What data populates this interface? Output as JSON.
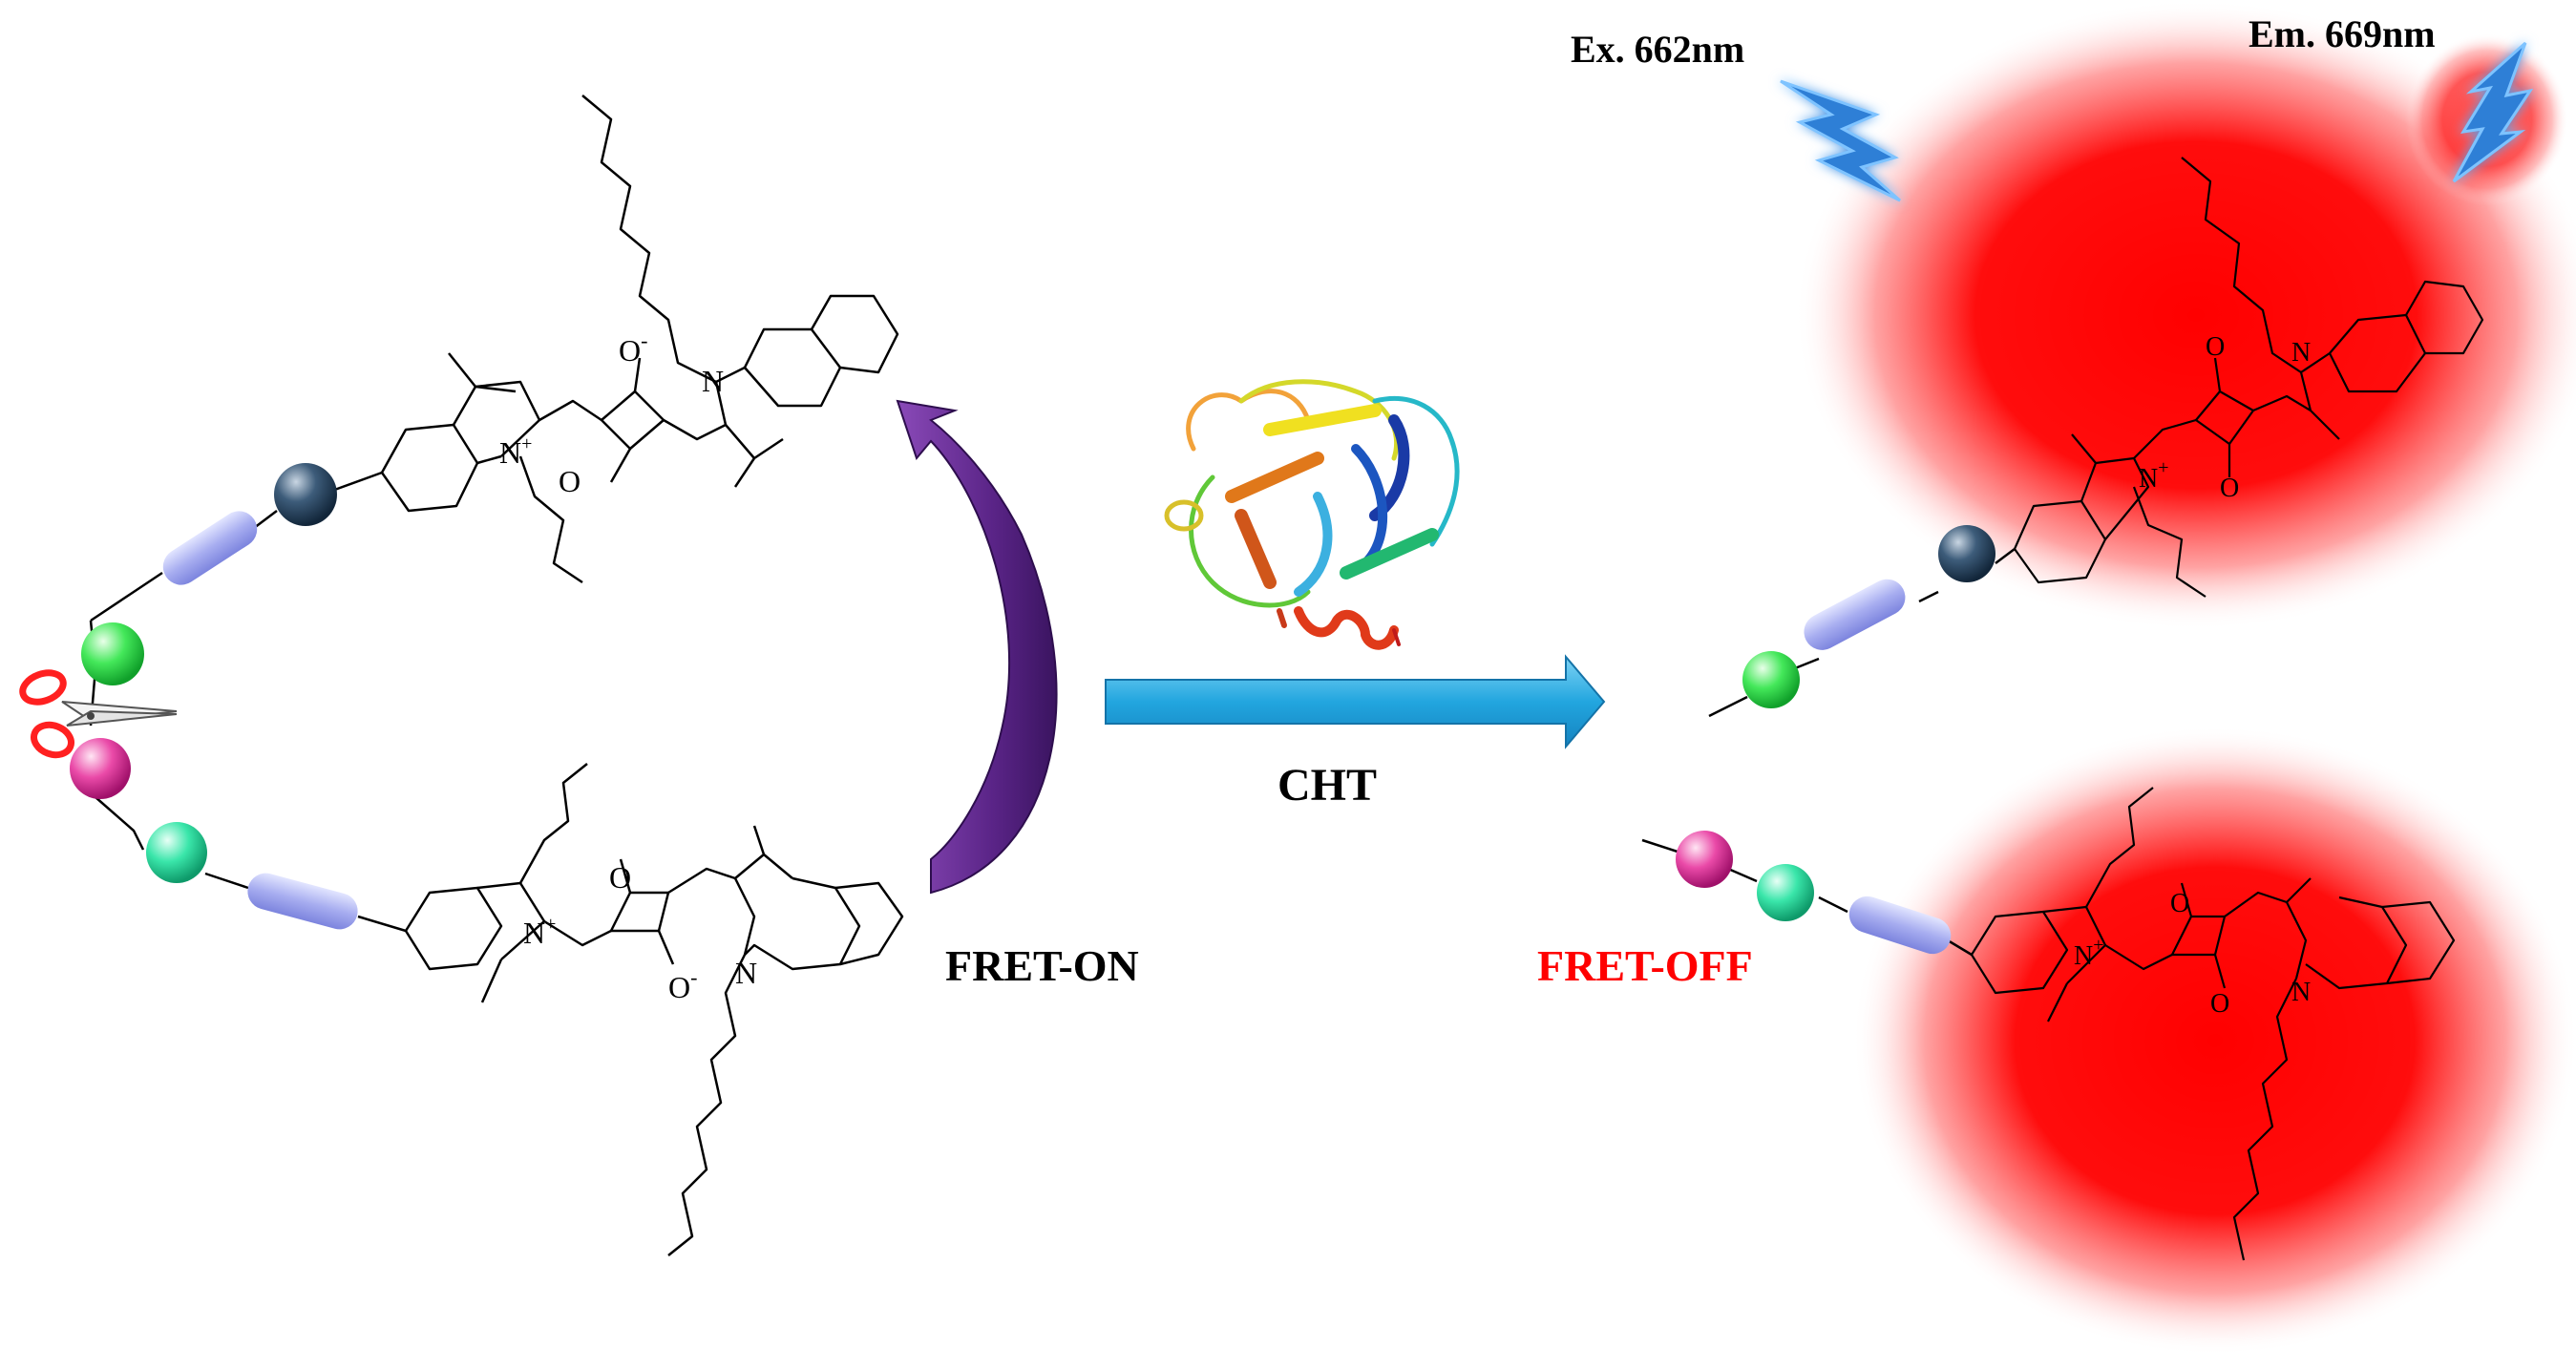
{
  "labels": {
    "excitation": "Ex. 662nm",
    "emission": "Em. 669nm",
    "enzyme": "CHT",
    "fret_on": "FRET-ON",
    "fret_off": "FRET-OFF"
  },
  "atoms": {
    "N_plus": "N",
    "N": "N",
    "O_minus": "O",
    "O": "O",
    "plus_sign": "+",
    "minus_sign": "-"
  },
  "colors": {
    "text": "#000000",
    "fret_off": "#ff0000",
    "main_arrow": "#29a8e0",
    "curved_arrow": "#6a2c91",
    "glow": "#ff0000",
    "lightning": "#2f7fd6",
    "bead_dark_blue": "#2a4a66",
    "bead_green": "#3ee060",
    "bead_pink": "#e23aa0",
    "bead_teal_green": "#39e0a8",
    "linker_lavender": "#aab0f0",
    "scissors": "#ff2020"
  },
  "icons": {
    "scissors": "scissors-icon",
    "lightning_ex": "lightning-bolt-icon",
    "lightning_em": "lightning-bolt-icon",
    "protein": "protein-ribbon-icon"
  }
}
